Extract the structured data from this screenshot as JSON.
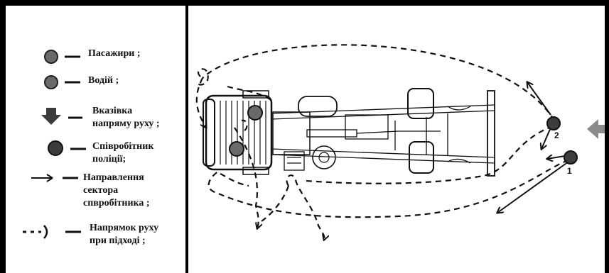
{
  "legend": {
    "passengers": "Пасажири ;",
    "driver": "Водій ;",
    "direction_arrow": "Вказівка\nнапряму руху ;",
    "police_officer": "Співробітник\nполіції;",
    "sector_direction": "Направлення\nсектора\nспвробітника ;",
    "approach_direction": "Напрямок руху\nпри підході ;"
  },
  "diagram": {
    "officer_1_label": "1",
    "officer_2_label": "2"
  },
  "colors": {
    "marker_fill": "#6a6a6a",
    "officer_fill": "#3c3c3c",
    "line": "#111111",
    "arrow_gray": "#8a8a8a"
  }
}
